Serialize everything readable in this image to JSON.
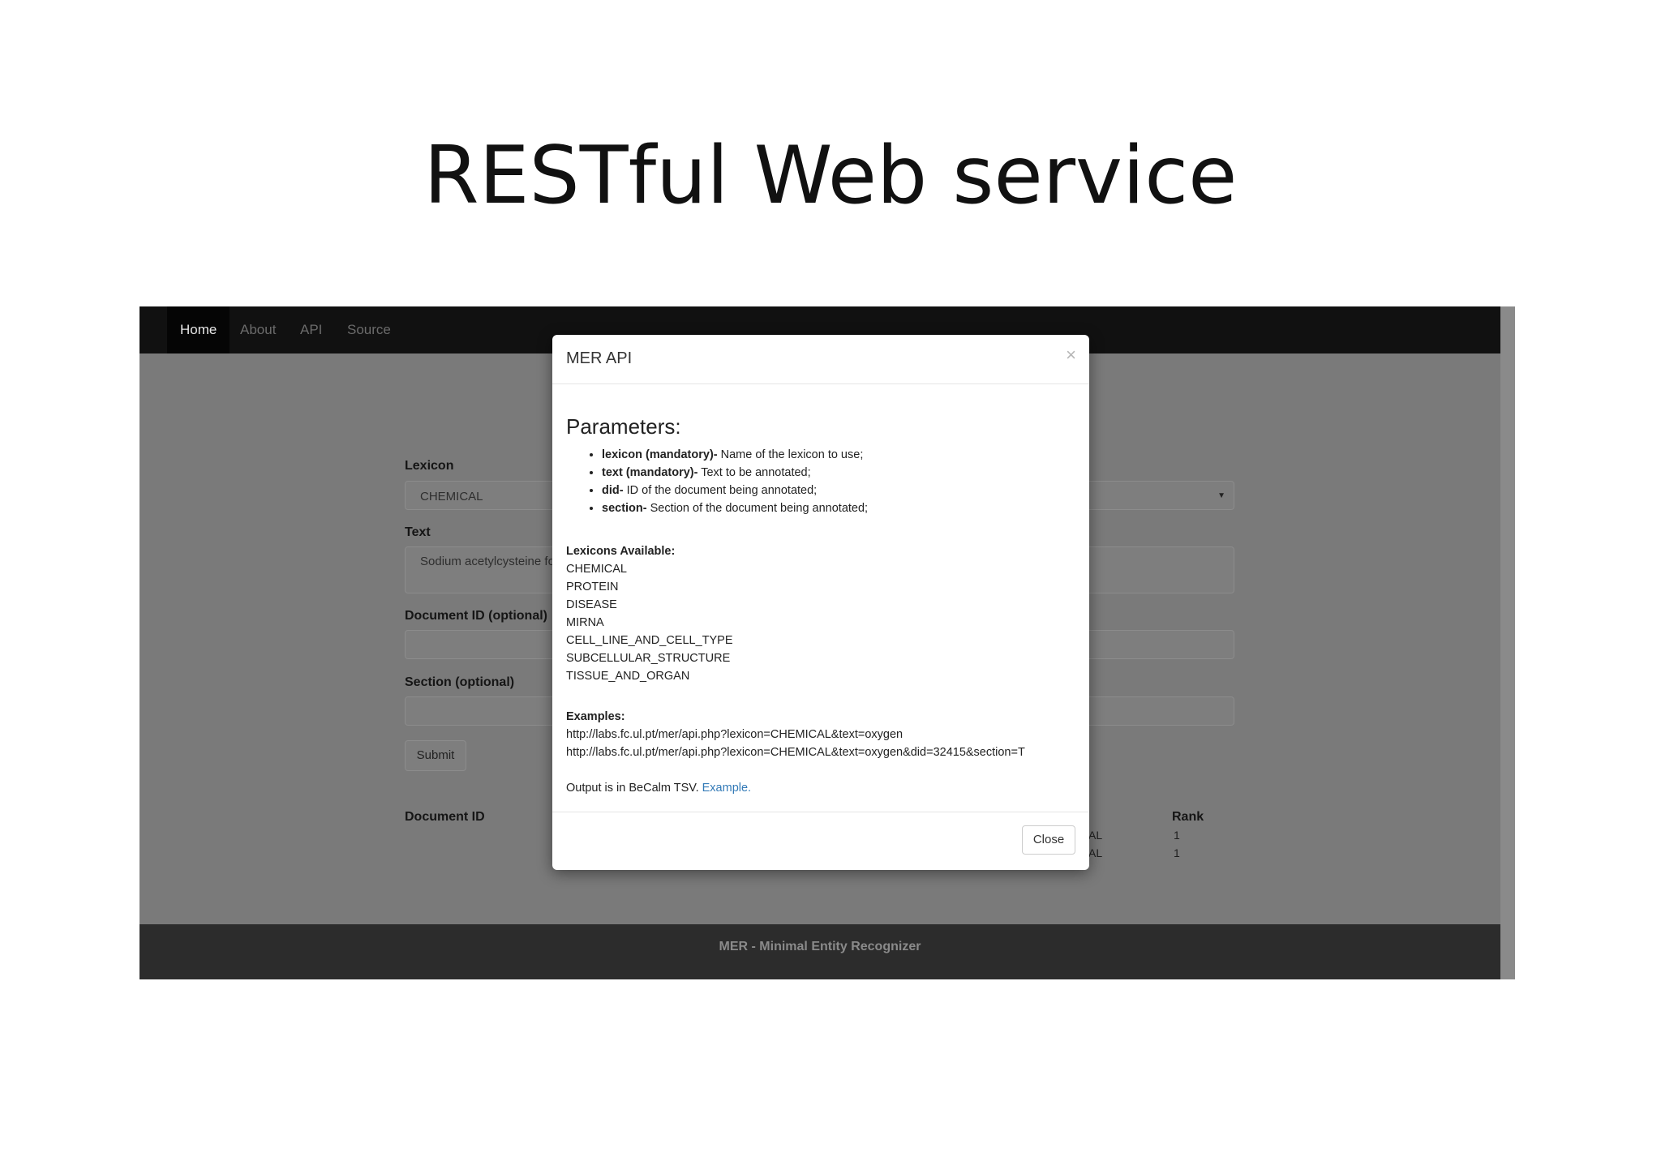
{
  "slide": {
    "title": "RESTful Web service"
  },
  "navbar": {
    "items": [
      {
        "label": "Home",
        "active": true
      },
      {
        "label": "About"
      },
      {
        "label": "API"
      },
      {
        "label": "Source"
      }
    ]
  },
  "form": {
    "lexicon_label": "Lexicon",
    "lexicon_value": "CHEMICAL",
    "text_label": "Text",
    "text_value": "Sodium acetylcysteine fo",
    "docid_label": "Document ID (optional)",
    "docid_value": "",
    "section_label": "Section (optional)",
    "section_value": "",
    "submit_label": "Submit"
  },
  "results": {
    "headers": [
      "Document ID",
      "Rank"
    ],
    "partial_type_cells": [
      "AL",
      "AL"
    ],
    "rank_values": [
      "1",
      "1"
    ]
  },
  "footer": {
    "text": "MER - Minimal Entity Recognizer"
  },
  "modal": {
    "title": "MER API",
    "close_glyph": "×",
    "params_heading": "Parameters:",
    "params": [
      {
        "name": "lexicon (mandatory)-",
        "desc": " Name of the lexicon to use;"
      },
      {
        "name": "text (mandatory)-",
        "desc": " Text to be annotated;"
      },
      {
        "name": "did-",
        "desc": " ID of the document being annotated;"
      },
      {
        "name": "section-",
        "desc": " Section of the document being annotated;"
      }
    ],
    "lexicons_heading": "Lexicons Available:",
    "lexicons": [
      "CHEMICAL",
      "PROTEIN",
      "DISEASE",
      "MIRNA",
      "CELL_LINE_AND_CELL_TYPE",
      "SUBCELLULAR_STRUCTURE",
      "TISSUE_AND_ORGAN"
    ],
    "examples_heading": "Examples:",
    "examples": [
      "http://labs.fc.ul.pt/mer/api.php?lexicon=CHEMICAL&text=oxygen",
      "http://labs.fc.ul.pt/mer/api.php?lexicon=CHEMICAL&text=oxygen&did=32415&section=T"
    ],
    "output_text": "Output is in BeCalm TSV. ",
    "output_link": "Example.",
    "close_button": "Close"
  }
}
